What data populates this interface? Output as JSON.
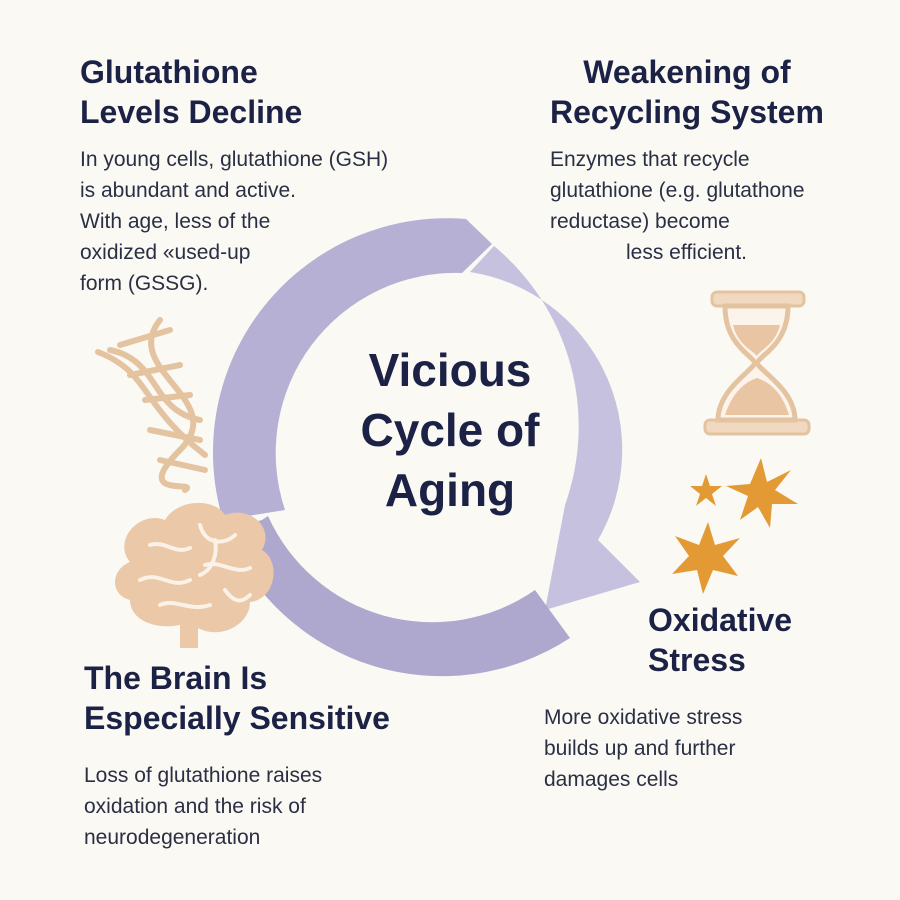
{
  "center_title": [
    "Vicious",
    "Cycle of",
    "Aging"
  ],
  "sections": {
    "top_left": {
      "title": [
        "Glutathione",
        "Levels Decline"
      ],
      "text": [
        "In young cells, glutathione (GSH)",
        "is abundant and active.",
        "With age, less of the",
        "oxidized «used-up",
        "form (GSSG)."
      ]
    },
    "top_right": {
      "title": [
        "Weakening of",
        "Recycling System"
      ],
      "text": [
        "Enzymes that recycle",
        "glutathione (e.g. glutathone",
        "reductase) become",
        "less efficient."
      ]
    },
    "bottom_right": {
      "title": [
        "Oxidative",
        "Stress"
      ],
      "text": [
        "More oxidative stress",
        "builds up and further",
        "damages cells"
      ]
    },
    "bottom_left": {
      "title": [
        "The Brain Is",
        "Especially Sensitive"
      ],
      "text": [
        "Loss of glutathione raises",
        "oxidation and the risk of",
        "neurodegeneration"
      ]
    }
  },
  "icons": [
    "dna-icon",
    "hourglass-icon",
    "stars-icon",
    "brain-icon"
  ],
  "colors": {
    "background": "#fbf9f4",
    "cycle": "#b4aed2",
    "cycle_light": "#cfcae4",
    "heading": "#1c2246",
    "icon_peach": "#e9c5a4",
    "icon_orange": "#e39a34"
  }
}
